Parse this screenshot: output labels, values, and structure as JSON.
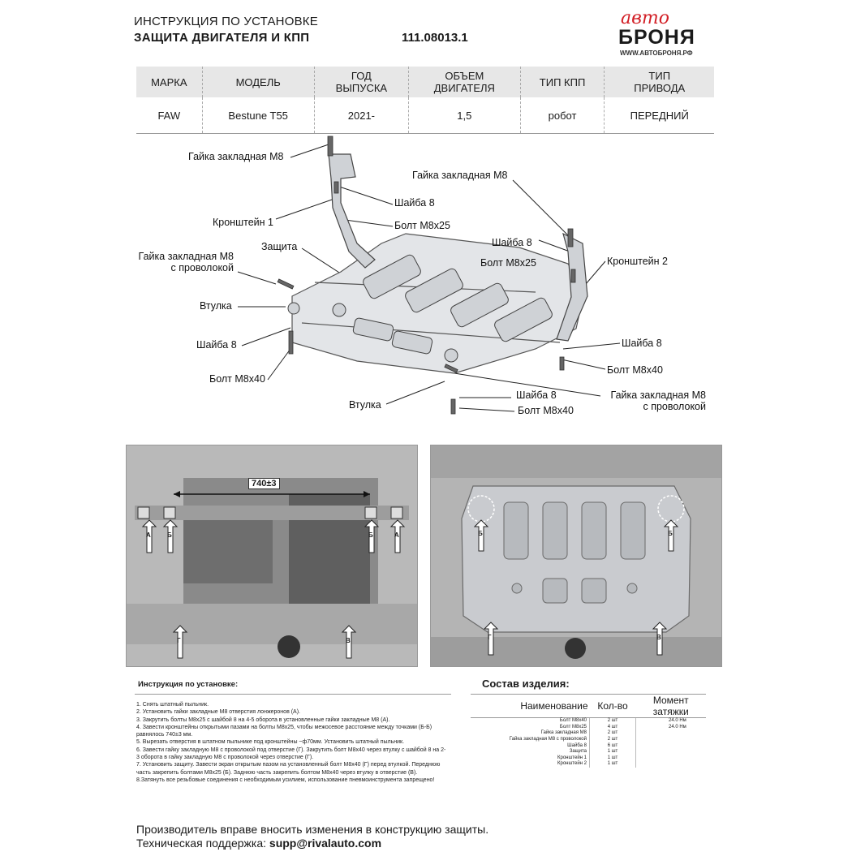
{
  "header": {
    "line1": "ИНСТРУКЦИЯ ПО УСТАНОВКЕ",
    "line2": "ЗАЩИТА ДВИГАТЕЛЯ И КПП",
    "code": "111.08013.1"
  },
  "logo": {
    "top": "авто",
    "main": "БРОНЯ",
    "site": "WWW.АВТОБРОНЯ.РФ"
  },
  "spec": {
    "headers": [
      "МАРКА",
      "МОДЕЛЬ",
      "ГОД\nВЫПУСКА",
      "ОБЪЕМ\nДВИГАТЕЛЯ",
      "ТИП КПП",
      "ТИП\nПРИВОДА"
    ],
    "values": [
      "FAW",
      "Bestune T55",
      "2021-",
      "1,5",
      "робот",
      "ПЕРЕДНИЙ"
    ]
  },
  "callouts": {
    "nut_m8_top": "Гайка закладная М8",
    "washer_top": "Шайба 8",
    "bolt_m8x25_top": "Болт М8х25",
    "bracket1": "Кронштейн 1",
    "guard": "Защита",
    "nut_wire_left_1": "Гайка закладная М8",
    "nut_wire_left_2": "с проволокой",
    "bushing_left": "Втулка",
    "washer_left": "Шайба 8",
    "bolt_m8x40_left": "Болт М8х40",
    "nut_m8_right": "Гайка закладная М8",
    "washer_right": "Шайба 8",
    "bolt_m8x25_right": "Болт М8х25",
    "bracket2": "Кронштейн 2",
    "washer_right2": "Шайба 8",
    "bolt_m8x40_right": "Болт М8х40",
    "nut_wire_right_1": "Гайка закладная М8",
    "nut_wire_right_2": "с проволокой",
    "bushing_bottom": "Втулка",
    "washer_bottom": "Шайба 8",
    "bolt_m8x40_bottom": "Болт М8х40"
  },
  "photo_left": {
    "dimension": "740±3",
    "markers": [
      "А",
      "Б",
      "Б",
      "А",
      "Г",
      "В"
    ]
  },
  "photo_right": {
    "markers": [
      "Б",
      "Б",
      "Г",
      "В"
    ]
  },
  "instructions": {
    "title": "Инструкция по установке:",
    "steps": [
      "1. Снять штатный пыльник.",
      "2. Установить гайки закладные М8 отверстия лонжеронов (А).",
      "3. Закрутить болты М8х25 с шайбой 8 на 4-5 оборота в установленные гайки закладные М8 (А).",
      "4. Завести кронштейны открытыми пазами на болты М8х25, чтобы межосевое расстояние между точками (Б-Б) равнялось 740±3 мм.",
      "5. Вырезать отверстия в штатном пыльнике под кронштейны ~ф70мм. Установить штатный пыльник.",
      "6. Завести гайку закладную М8 с проволокой под отверстие (Г). Закрутить болт М8х40 через втулку с шайбой 8 на 2-3 оборота в гайку закладную М8 с проволокой через отверстие (Г).",
      "7. Установить защиту. Завести экран открытым пазом на установленный болт М8х40 (Г) перед втулкой. Переднюю часть закрепить болтами М8х25 (Б). Заднюю часть закрепить болтом М8х40 через втулку в отверстие (В).",
      "8.Затянуть все резьбовые соединения с необходимым усилием, использование пневмоинструмента запрещено!"
    ]
  },
  "composition": {
    "title": "Состав изделия:",
    "headers": [
      "Наименование",
      "Кол-во",
      "Момент затяжки"
    ],
    "rows": [
      [
        "Болт М8х40",
        "2 шт",
        "24.0 Нм"
      ],
      [
        "Болт М8х25",
        "4 шт",
        "24.0 Нм"
      ],
      [
        "Гайка закладная М8",
        "2 шт",
        ""
      ],
      [
        "Гайка закладная М8 с проволокой",
        "2 шт",
        ""
      ],
      [
        "Шайба 8",
        "6 шт",
        ""
      ],
      [
        "Защита",
        "1 шт",
        ""
      ],
      [
        "Кронштейн 1",
        "1 шт",
        ""
      ],
      [
        "Кронштейн 2",
        "1 шт",
        ""
      ]
    ]
  },
  "footer": {
    "line1": "Производитель вправе вносить изменения в конструкцию защиты.",
    "support_label": "Техническая поддержка:",
    "support_email": "supp@rivalauto.com"
  }
}
